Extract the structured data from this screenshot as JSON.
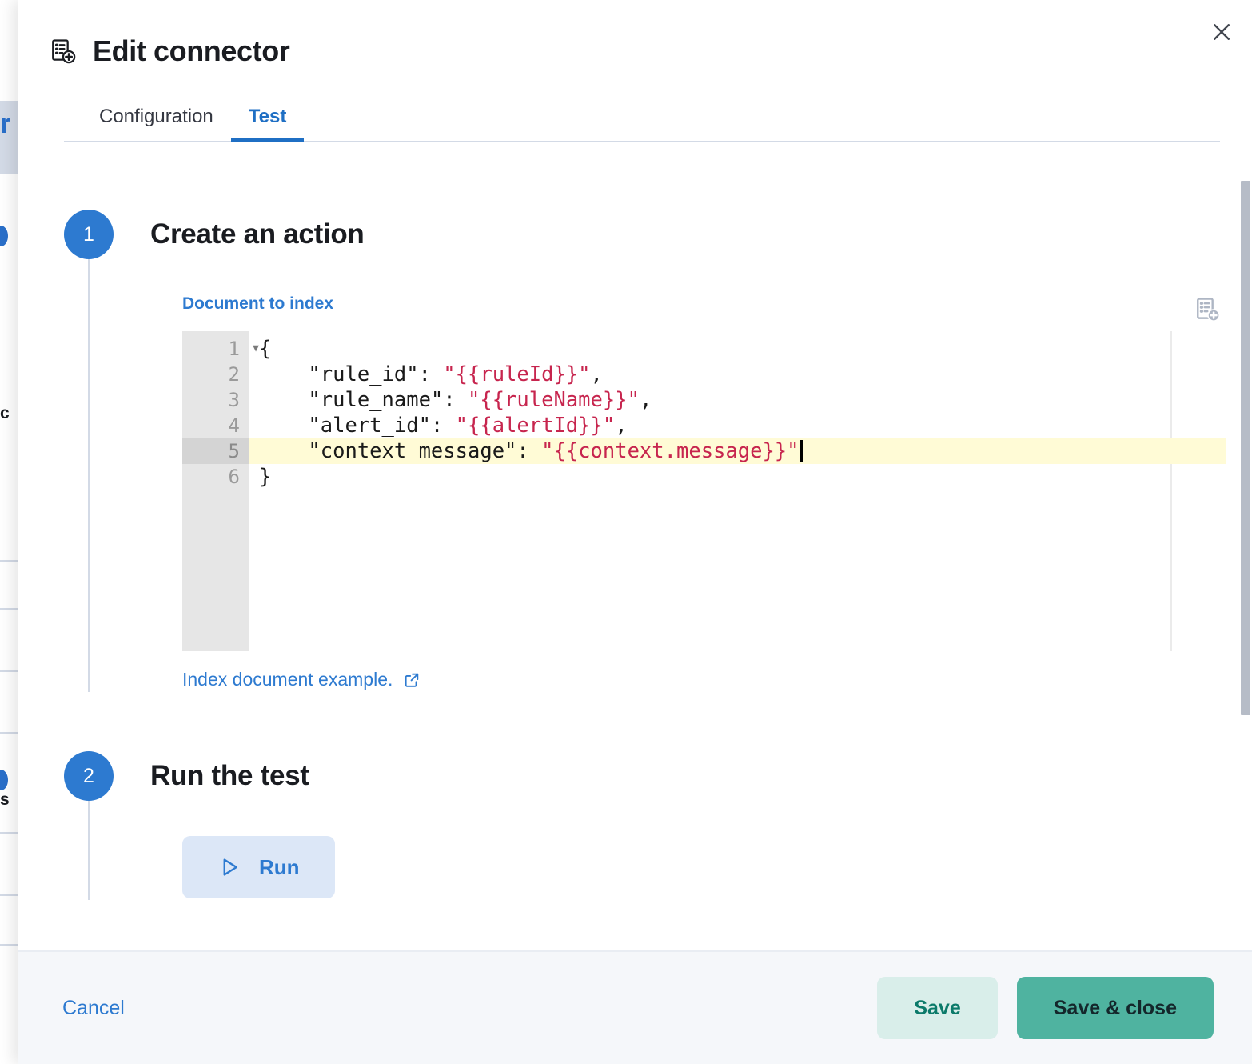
{
  "background": {
    "nav_letter_fragment": "r",
    "text_fragment_1": "c",
    "text_fragment_2": "s"
  },
  "flyout": {
    "title": "Edit connector",
    "title_icon": "index-document-icon",
    "close_icon": "close-icon",
    "tabs": [
      {
        "label": "Configuration",
        "active": false
      },
      {
        "label": "Test",
        "active": true
      }
    ]
  },
  "steps": [
    {
      "number": "1",
      "title": "Create an action",
      "field_label": "Document to index",
      "editor_tool_icon": "add-document-icon",
      "code_lines": [
        {
          "number": "1",
          "folded": true,
          "active": false,
          "segments": [
            {
              "text": "{",
              "type": "plain"
            }
          ]
        },
        {
          "number": "2",
          "folded": false,
          "active": false,
          "segments": [
            {
              "text": "    \"rule_id\": ",
              "type": "plain"
            },
            {
              "text": "\"{{ruleId}}\"",
              "type": "string"
            },
            {
              "text": ",",
              "type": "plain"
            }
          ]
        },
        {
          "number": "3",
          "folded": false,
          "active": false,
          "segments": [
            {
              "text": "    \"rule_name\": ",
              "type": "plain"
            },
            {
              "text": "\"{{ruleName}}\"",
              "type": "string"
            },
            {
              "text": ",",
              "type": "plain"
            }
          ]
        },
        {
          "number": "4",
          "folded": false,
          "active": false,
          "segments": [
            {
              "text": "    \"alert_id\": ",
              "type": "plain"
            },
            {
              "text": "\"{{alertId}}\"",
              "type": "string"
            },
            {
              "text": ",",
              "type": "plain"
            }
          ]
        },
        {
          "number": "5",
          "folded": false,
          "active": true,
          "segments": [
            {
              "text": "    \"context_message\": ",
              "type": "plain"
            },
            {
              "text": "\"{{context.message}}\"",
              "type": "string"
            }
          ]
        },
        {
          "number": "6",
          "folded": false,
          "active": false,
          "segments": [
            {
              "text": "}",
              "type": "plain"
            }
          ]
        }
      ],
      "example_link": "Index document example.",
      "example_link_icon": "external-link-icon"
    },
    {
      "number": "2",
      "title": "Run the test",
      "run_button": {
        "label": "Run",
        "icon": "play-icon"
      }
    }
  ],
  "footer": {
    "cancel_label": "Cancel",
    "save_label": "Save",
    "save_close_label": "Save & close"
  },
  "colors": {
    "accent_blue": "#2d7ad0",
    "teal_primary": "#4fb3a0",
    "teal_secondary_bg": "#d9eeea",
    "teal_secondary_text": "#0b7a6a",
    "string_red": "#c7254e",
    "highlight_yellow": "#fffbd6",
    "footer_bg": "#f5f7fa"
  },
  "scrollbar": {
    "name": "vertical-scrollbar"
  }
}
